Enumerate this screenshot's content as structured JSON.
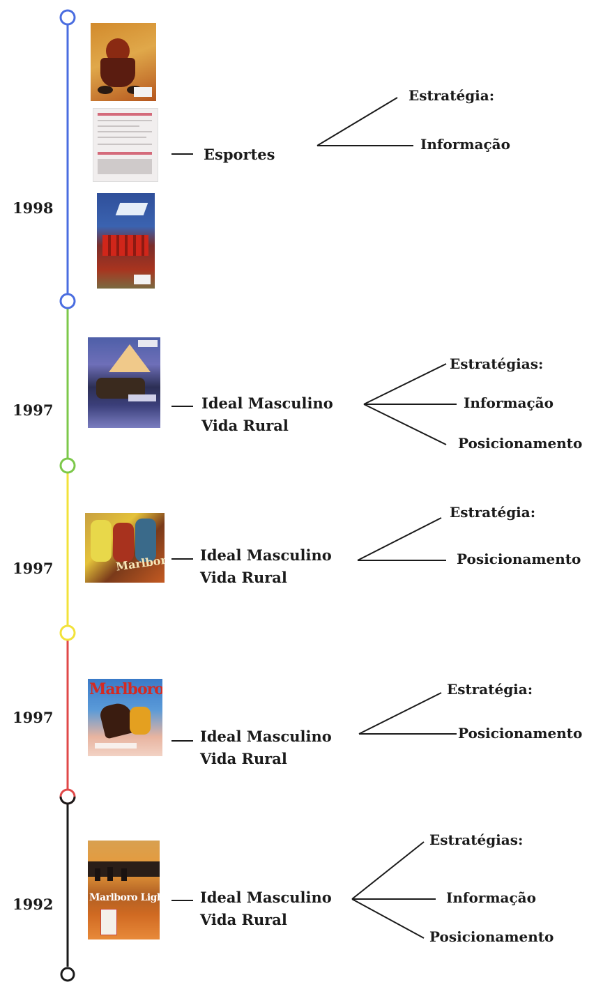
{
  "colors": {
    "segment_1998": "#4a6de0",
    "segment_1997_a": "#7cc84a",
    "segment_1997_b": "#f2e23a",
    "segment_1997_c": "#e04848",
    "segment_1992": "#1a1a1a",
    "text": "#1a1a1a"
  },
  "entries": [
    {
      "year": "1998",
      "themes": [
        "Esportes"
      ],
      "strategies": [
        "Estratégia:",
        "Informação"
      ],
      "ads": [
        "motorcycle-ad",
        "text-document-ad",
        "red-flags-ad"
      ]
    },
    {
      "year": "1997",
      "themes": [
        "Ideal Masculino",
        "Vida Rural"
      ],
      "strategies": [
        "Estratégias:",
        "Informação",
        "Posicionamento"
      ],
      "ads": [
        "mountain-horseback-ad"
      ]
    },
    {
      "year": "1997",
      "themes": [
        "Ideal Masculino",
        "Vida Rural"
      ],
      "strategies": [
        "Estratégia:",
        "Posicionamento"
      ],
      "ads": [
        "cowboys-painting-ad"
      ],
      "ad_text": "Marlboro"
    },
    {
      "year": "1997",
      "themes": [
        "Ideal Masculino",
        "Vida Rural"
      ],
      "strategies": [
        "Estratégia:",
        "Posicionamento"
      ],
      "ads": [
        "marlboro-horse-ad"
      ],
      "ad_text": "Marlboro"
    },
    {
      "year": "1992",
      "themes": [
        "Ideal Masculino",
        "Vida Rural"
      ],
      "strategies": [
        "Estratégias:",
        "Informação",
        "Posicionamento"
      ],
      "ads": [
        "marlboro-lights-ad"
      ],
      "ad_text": "Marlboro Lights"
    }
  ]
}
